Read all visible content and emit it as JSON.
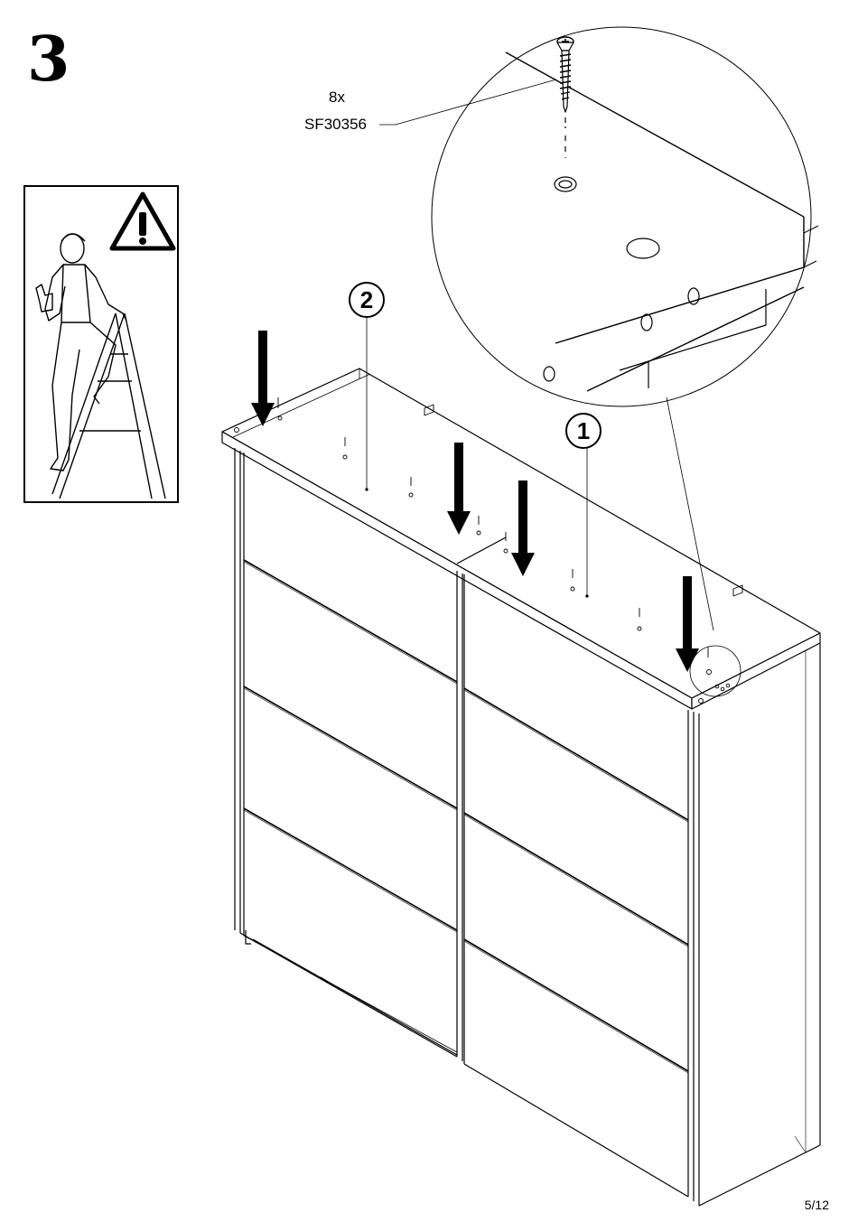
{
  "step": {
    "number": "3"
  },
  "hardware": {
    "quantity": "8x",
    "part_code": "SF30356"
  },
  "callouts": [
    {
      "label": "1"
    },
    {
      "label": "2"
    }
  ],
  "footer": {
    "page": "5/12"
  },
  "icons": {
    "warning": "warning-triangle-icon",
    "person": "person-on-ladder-icon",
    "screw": "screw-icon",
    "arrow": "down-arrow-icon"
  }
}
